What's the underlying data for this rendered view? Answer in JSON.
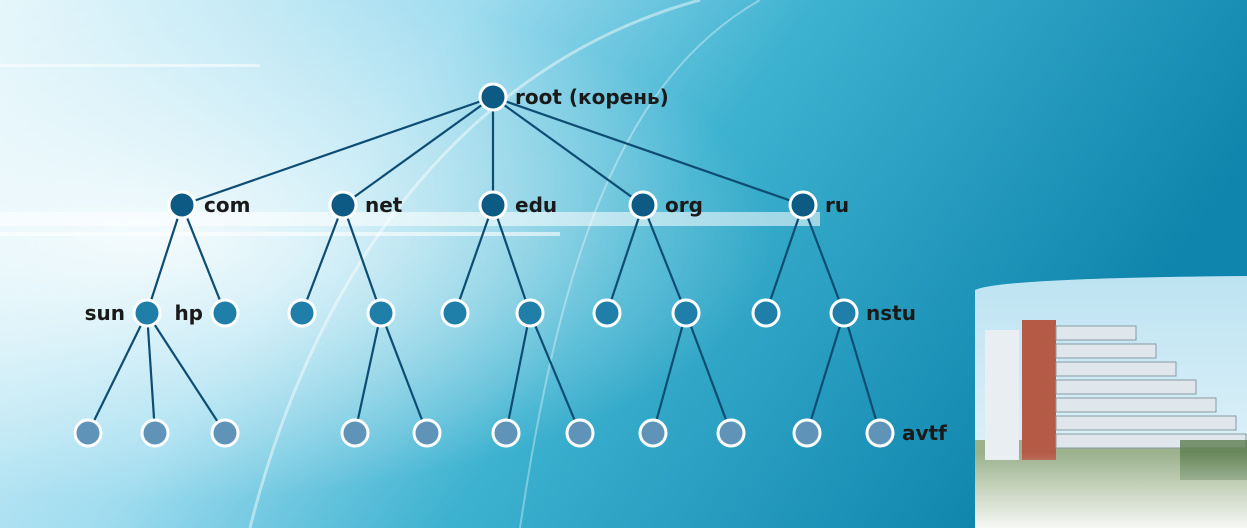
{
  "colors": {
    "background_top": "#cfeef8",
    "background_mid": "#3aaac8",
    "background_dark": "#0f7fa8",
    "edge": "#0e4d73",
    "node_root": "#0d5a85",
    "node_level1": "#0d5a85",
    "node_level2": "#1f7fa8",
    "node_level3": "#5f94b8",
    "node_stroke": "#ffffff",
    "label": "#1a1a1a"
  },
  "diagram": {
    "root": {
      "label": "root (корень)"
    },
    "level1": [
      {
        "id": "com",
        "label": "com"
      },
      {
        "id": "net",
        "label": "net"
      },
      {
        "id": "edu",
        "label": "edu"
      },
      {
        "id": "org",
        "label": "org"
      },
      {
        "id": "ru",
        "label": "ru"
      }
    ],
    "level2": [
      {
        "id": "sun",
        "parent": "com",
        "label": "sun"
      },
      {
        "id": "hp",
        "parent": "com",
        "label": "hp"
      },
      {
        "id": "net1",
        "parent": "net",
        "label": ""
      },
      {
        "id": "net2",
        "parent": "net",
        "label": ""
      },
      {
        "id": "edu1",
        "parent": "edu",
        "label": ""
      },
      {
        "id": "edu2",
        "parent": "edu",
        "label": ""
      },
      {
        "id": "org1",
        "parent": "org",
        "label": ""
      },
      {
        "id": "org2",
        "parent": "org",
        "label": ""
      },
      {
        "id": "ru1",
        "parent": "ru",
        "label": ""
      },
      {
        "id": "nstu",
        "parent": "ru",
        "label": "nstu"
      }
    ],
    "level3": [
      {
        "id": "s1",
        "parent": "sun",
        "label": ""
      },
      {
        "id": "s2",
        "parent": "sun",
        "label": ""
      },
      {
        "id": "s3",
        "parent": "sun",
        "label": ""
      },
      {
        "id": "n1",
        "parent": "net2",
        "label": ""
      },
      {
        "id": "n2",
        "parent": "net2",
        "label": ""
      },
      {
        "id": "e1",
        "parent": "edu2",
        "label": ""
      },
      {
        "id": "e2",
        "parent": "edu2",
        "label": ""
      },
      {
        "id": "o1",
        "parent": "org2",
        "label": ""
      },
      {
        "id": "o2",
        "parent": "org2",
        "label": ""
      },
      {
        "id": "r1",
        "parent": "nstu",
        "label": ""
      },
      {
        "id": "avtf",
        "parent": "nstu",
        "label": "avtf"
      }
    ]
  }
}
